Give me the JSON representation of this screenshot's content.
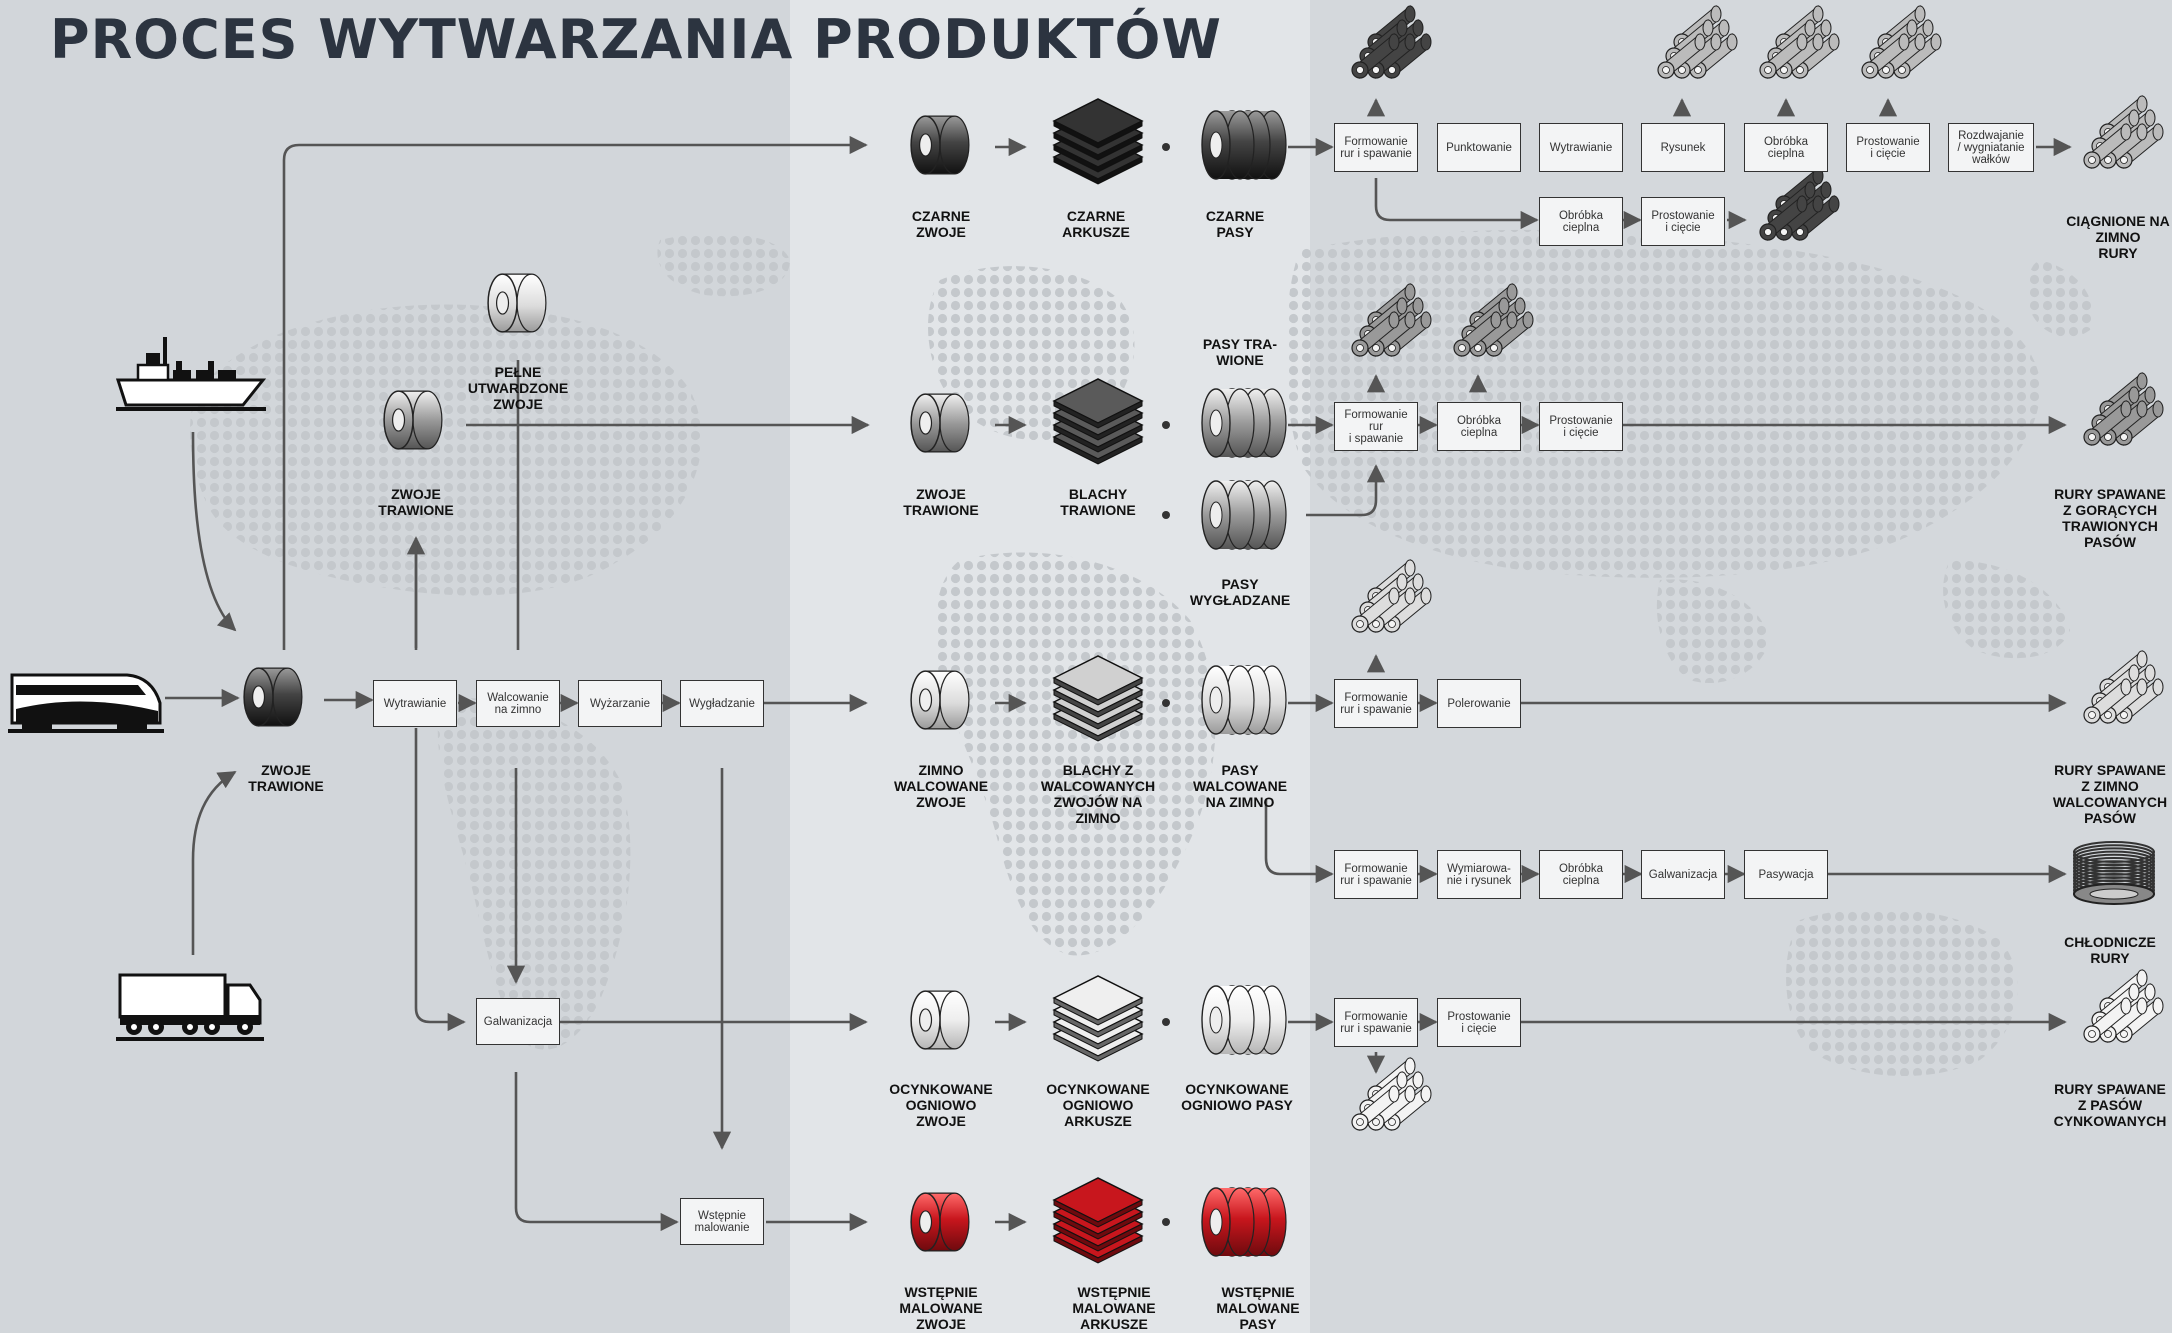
{
  "title": "PROCES WYTWARZANIA PRODUKTÓW",
  "colors": {
    "background_left": "#d2d6da",
    "background_middle": "#e2e5e8",
    "background_right": "#d4d8dc",
    "dots": "#c4c8cc",
    "arrows": "#555555",
    "box_fill": "#f3f4f5",
    "box_border": "#333333",
    "red_product": "#c8161d",
    "title": "#2c3440"
  },
  "transport": [
    "ship-icon",
    "train-icon",
    "truck-icon"
  ],
  "labels": {
    "zwoje_trawione_main": "ZWOJE\nTRAWIONE",
    "zwoje_trawione_upper": "ZWOJE\nTRAWIONE",
    "pelne_utwardzone": "PEŁNE\nUTWARDZONE\nZWOJE",
    "czarne_zwoje": "CZARNE\nZWOJE",
    "czarne_arkusze": "CZARNE\nARKUSZE",
    "czarne_pasy": "CZARNE\nPASY",
    "zwoje_trawione_mid": "ZWOJE\nTRAWIONE",
    "blachy_trawione": "BLACHY\nTRAWIONE",
    "pasy_trawione": "PASY TRA-\nWIONE",
    "pasy_wygladzane": "PASY\nWYGŁADZANE",
    "zimno_walcowane_zwoje": "ZIMNO\nWALCOWANE\nZWOJE",
    "blachy_z_walcowanych": "BLACHY Z\nWALCOWANYCH\nZWOJÓW NA\nZIMNO",
    "pasy_walcowane": "PASY\nWALCOWANE\nNA ZIMNO",
    "ocynkowane_zwoje": "OCYNKOWANE\nOGNIOWO\nZWOJE",
    "ocynkowane_arkusze": "OCYNKOWANE\nOGNIOWO\nARKUSZE",
    "ocynkowane_pasy": "OCYNKOWANE\nOGNIOWO PASY",
    "wstepnie_zwoje": "WSTĘPNIE\nMALOWANE\nZWOJE",
    "wstepnie_arkusze": "WSTĘPNIE\nMALOWANE\nARKUSZE",
    "wstepnie_pasy": "WSTĘPNIE\nMALOWANE\nPASY",
    "ciagnione": "CIĄGNIONE NA\nZIMNO\nRURY",
    "rury_goracych": "RURY SPAWANE\nZ GORĄCYCH\nTRAWIONYCH\nPASÓW",
    "rury_zimno": "RURY SPAWANE\nZ ZIMNO\nWALCOWANYCH\nPASÓW",
    "chlodnicze": "CHŁODNICZE\nRURY",
    "rury_cynkowanych": "RURY SPAWANE\nZ PASÓW\nCYNKOWANYCH"
  },
  "boxes": {
    "wytrawianie_main": "Wytrawianie",
    "walcowanie": "Walcowanie\nna zimno",
    "wyzarzanie": "Wyżarzanie",
    "wygladzanie": "Wygładzanie",
    "galwanizacja_main": "Galwanizacja",
    "wstepnie_malowanie": "Wstępnie\nmalowanie",
    "r1_formowanie": "Formowanie\nrur i spawanie",
    "r1_punktowanie": "Punktowanie",
    "r1_wytrawianie": "Wytrawianie",
    "r1_rysunek": "Rysunek",
    "r1_obrobka": "Obróbka\ncieplna",
    "r1_prostowanie": "Prostowanie\ni cięcie",
    "r1_rozdwajanie": "Rozdwajanie\n/ wygniatanie\nwałków",
    "r1b_obrobka": "Obróbka\ncieplna",
    "r1b_prostowanie": "Prostowanie\ni cięcie",
    "r2_formowanie": "Formowanie\nrur\ni spawanie",
    "r2_obrobka": "Obróbka\ncieplna",
    "r2_prostowanie": "Prostowanie\ni cięcie",
    "r3_formowanie": "Formowanie\nrur i spawanie",
    "r3_polerowanie": "Polerowanie",
    "r4_formowanie": "Formowanie\nrur i spawanie",
    "r4_wymiarowanie": "Wymiarowa-\nnie i rysunek",
    "r4_obrobka": "Obróbka\ncieplna",
    "r4_galwanizacja": "Galwanizacja",
    "r4_pasywacja": "Pasywacja",
    "r5_formowanie": "Formowanie\nrur i spawanie",
    "r5_prostowanie": "Prostowanie\ni cięcie"
  }
}
